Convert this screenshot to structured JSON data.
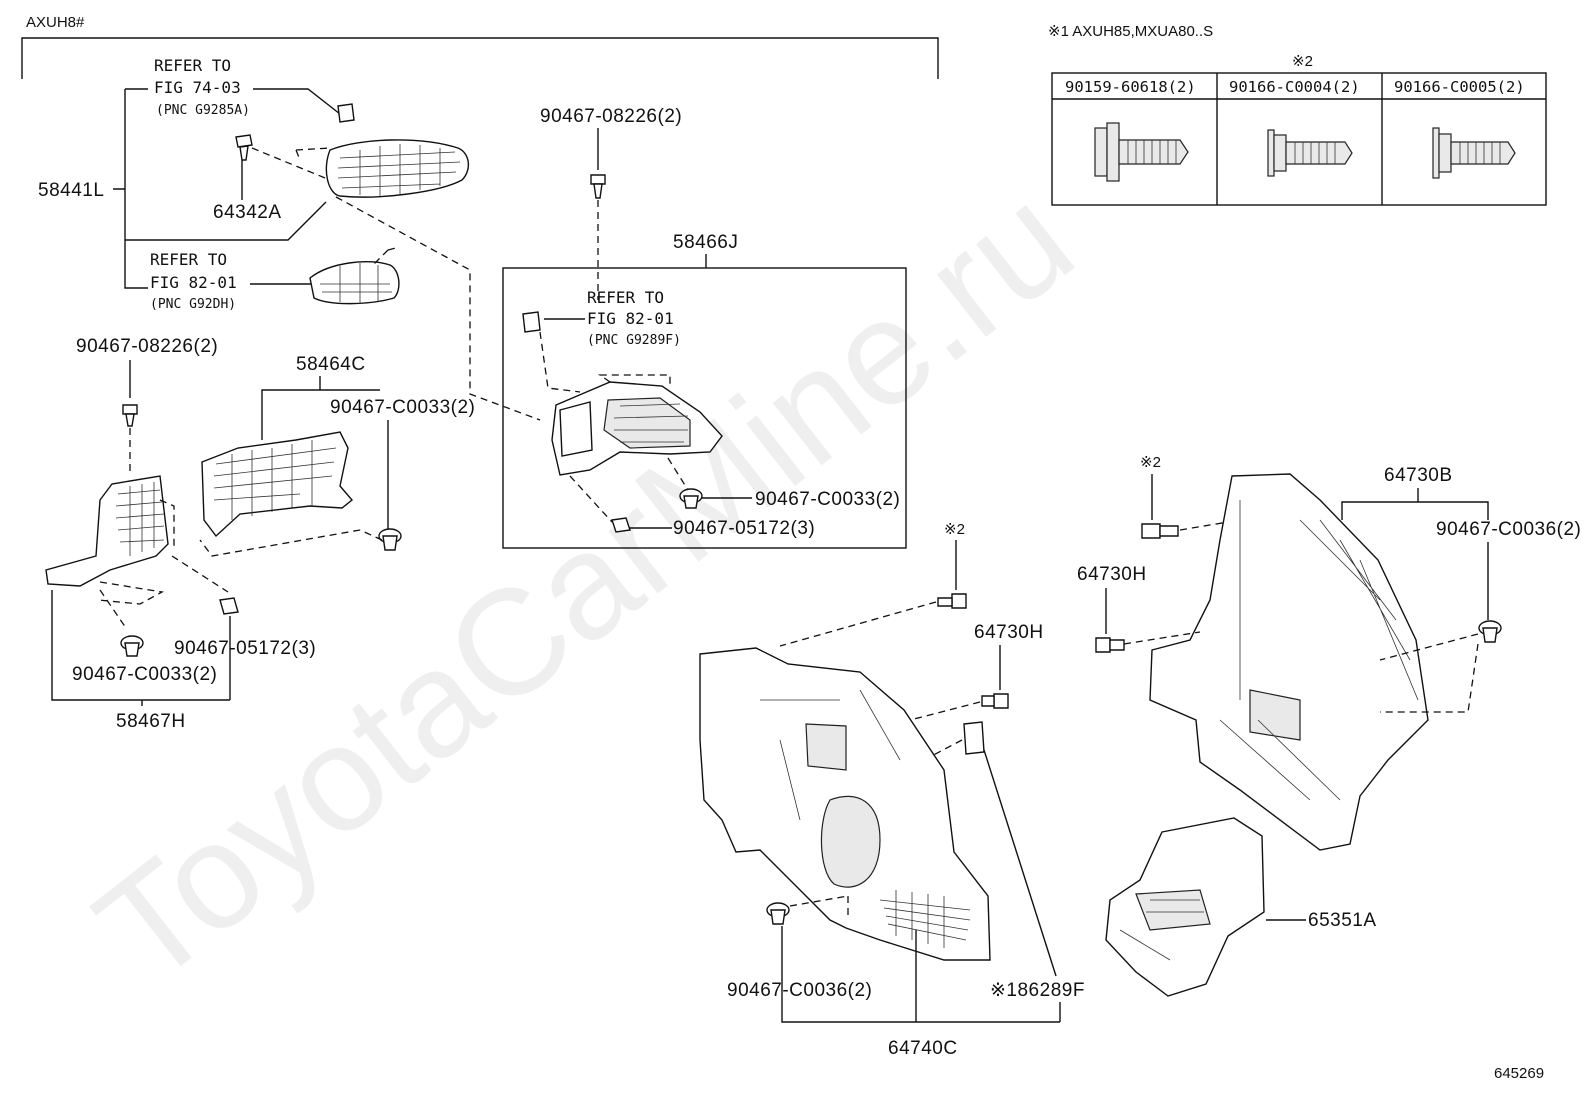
{
  "watermark": "ToyotaCarMine.ru",
  "header": {
    "model": "AXUH8#"
  },
  "note": {
    "text": "※1 AXUH85,MXUA80..S"
  },
  "fastener_table": {
    "marker": "※2",
    "columns": [
      "90159-60618(2)",
      "90166-C0004(2)",
      "90166-C0005(2)"
    ]
  },
  "refs": {
    "ref1": {
      "title": "REFER TO",
      "fig": "FIG 74-03",
      "pnc": "(PNC G9285A)"
    },
    "ref2": {
      "title": "REFER TO",
      "fig": "FIG 82-01",
      "pnc": "(PNC G92DH)"
    },
    "ref3": {
      "title": "REFER TO",
      "fig": "FIG 82-01",
      "pnc": "(PNC G9289F)"
    }
  },
  "parts": {
    "p58441L": "58441L",
    "p64342A": "64342A",
    "p90467_08226_a": "90467-08226(2)",
    "p90467_08226_b": "90467-08226(2)",
    "p58466J": "58466J",
    "p58464C": "58464C",
    "p90467_C0033_a": "90467-C0033(2)",
    "p90467_C0033_b": "90467-C0033(2)",
    "p90467_C0033_c": "90467-C0033(2)",
    "p90467_05172_a": "90467-05172(3)",
    "p90467_05172_b": "90467-05172(3)",
    "p58467H": "58467H",
    "p64730B": "64730B",
    "p90467_C0036_a": "90467-C0036(2)",
    "p90467_C0036_b": "90467-C0036(2)",
    "p64730H_a": "64730H",
    "p64730H_b": "64730H",
    "p65351A": "65351A",
    "p186289F": "※186289F",
    "p64740C": "64740C",
    "mark2_a": "※2",
    "mark2_b": "※2"
  },
  "figure_id": "645269"
}
